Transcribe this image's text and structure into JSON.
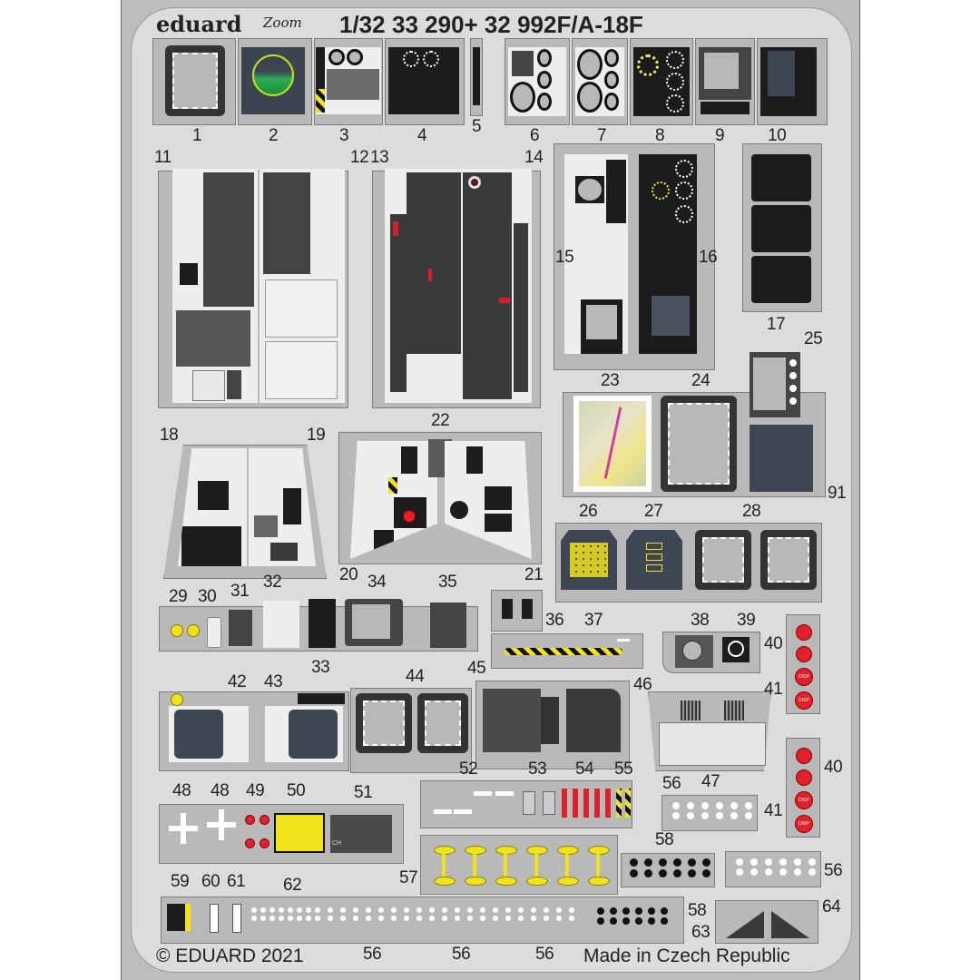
{
  "header": {
    "brand": "eduard",
    "brand_sub": "Zoom",
    "scale": "1/32",
    "catalog_title": "33 290+ 32 992F/A-18F"
  },
  "part_labels": {
    "p1": "1",
    "p2": "2",
    "p3": "3",
    "p4": "4",
    "p5": "5",
    "p6": "6",
    "p7": "7",
    "p8": "8",
    "p9": "9",
    "p10": "10",
    "p11": "11",
    "p12": "12",
    "p13": "13",
    "p14": "14",
    "p15": "15",
    "p16": "16",
    "p17": "17",
    "p18": "18",
    "p19": "19",
    "p20": "20",
    "p21": "21",
    "p22": "22",
    "p23": "23",
    "p24": "24",
    "p25": "25",
    "p26": "26",
    "p27": "27",
    "p28": "28",
    "p29": "29",
    "p30": "30",
    "p31": "31",
    "p32": "32",
    "p33": "33",
    "p34": "34",
    "p35": "35",
    "p36": "36",
    "p37": "37",
    "p38": "38",
    "p39": "39",
    "p40a": "40",
    "p40b": "40",
    "p41a": "41",
    "p41b": "41",
    "p42": "42",
    "p43": "43",
    "p44": "44",
    "p45": "45",
    "p46": "46",
    "p47": "47",
    "p48a": "48",
    "p48b": "48",
    "p49": "49",
    "p50": "50",
    "p51": "51",
    "p52": "52",
    "p53": "53",
    "p54": "54",
    "p55": "55",
    "p56a": "56",
    "p56b": "56",
    "p56c": "56",
    "p56d": "56",
    "p56e": "56",
    "p57": "57",
    "p58a": "58",
    "p58b": "58",
    "p59": "59",
    "p60": "60",
    "p61": "61",
    "p62": "62",
    "p63": "63",
    "p64": "64",
    "p91": "91"
  },
  "button_text": {
    "disp": "DISP",
    "ch": "CH"
  },
  "footer": {
    "copyright": "© EDUARD 2021",
    "origin": "Made in Czech Republic"
  },
  "colors": {
    "sheet": "#dcdcdc",
    "fret": "#b9b9b9",
    "panel_black": "#1c1c1c",
    "hazard_yellow": "#f4e21a",
    "warning_red": "#e0202a",
    "screen_navy": "#3e4654",
    "map_magenta": "#d0409a"
  }
}
